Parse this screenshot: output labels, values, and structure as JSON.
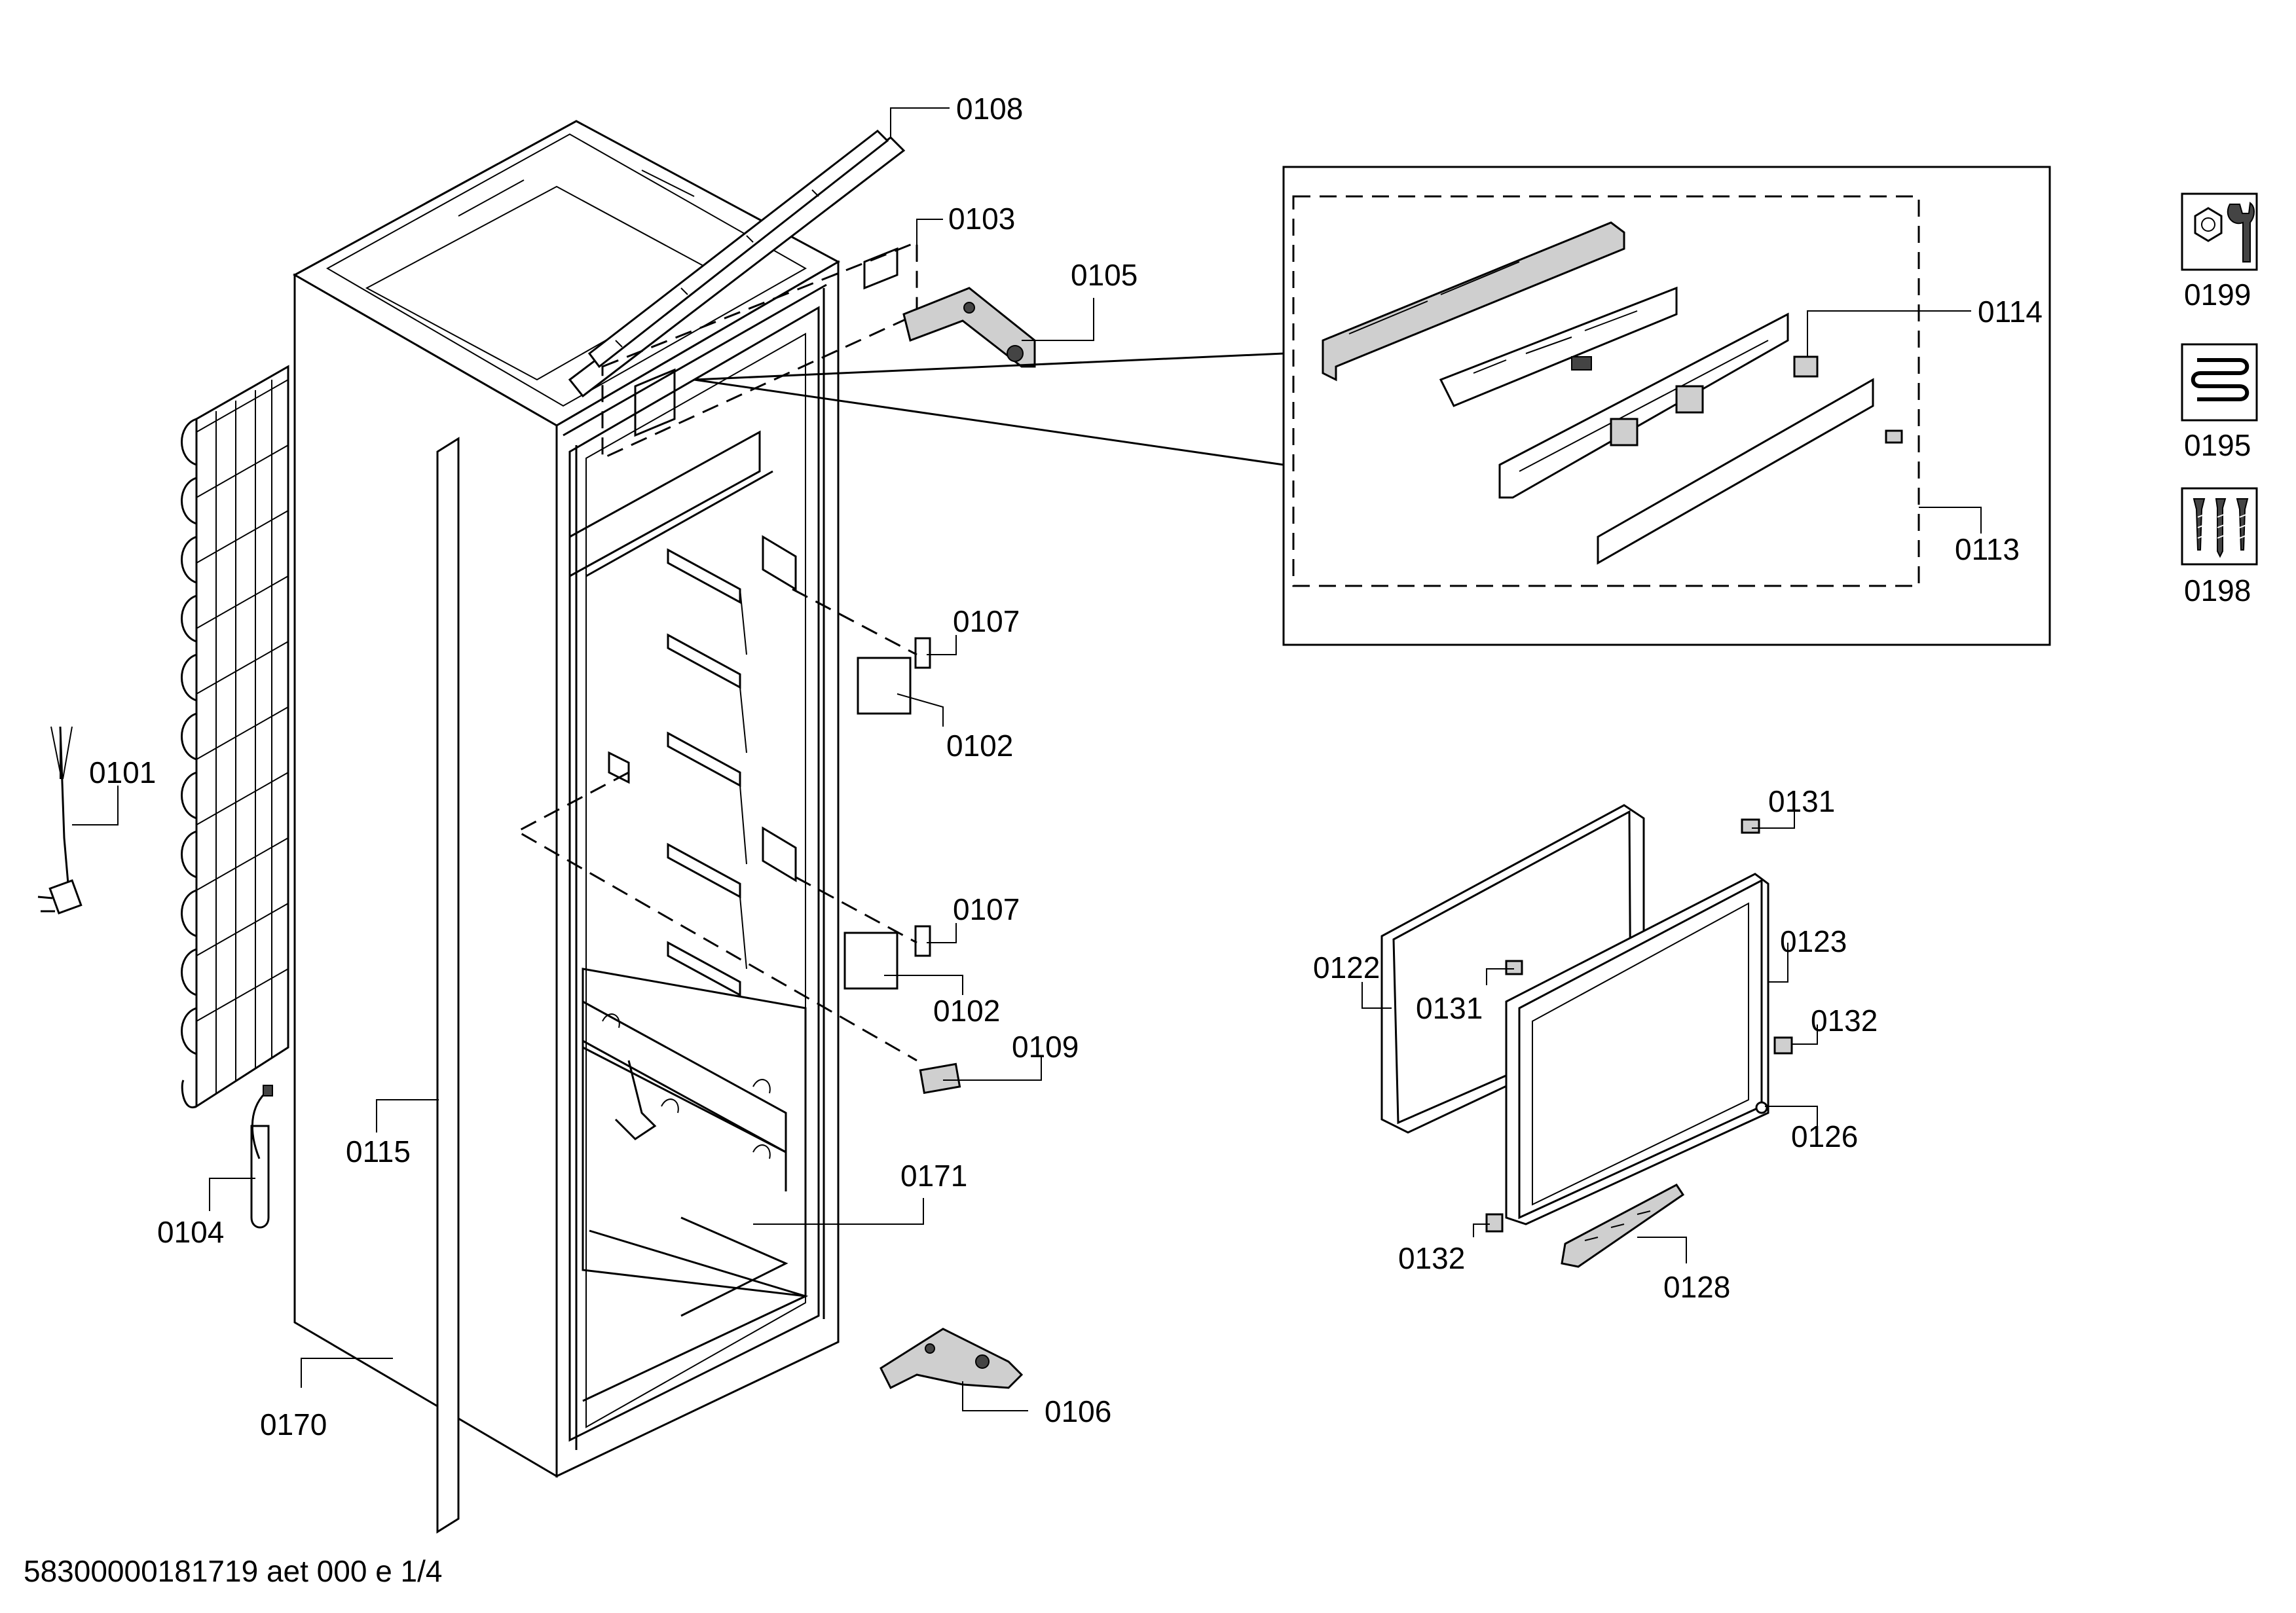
{
  "footer": "58300000181719 aet 000 e 1/4",
  "labels": {
    "l0108": "0108",
    "l0103": "0103",
    "l0105": "0105",
    "l0114": "0114",
    "l0113": "0113",
    "l0107a": "0107",
    "l0102a": "0102",
    "l0101": "0101",
    "l0107b": "0107",
    "l0102b": "0102",
    "l0109": "0109",
    "l0115": "0115",
    "l0104": "0104",
    "l0171": "0171",
    "l0170": "0170",
    "l0106": "0106",
    "l0131a": "0131",
    "l0122": "0122",
    "l0131b": "0131",
    "l0123": "0123",
    "l0132a": "0132",
    "l0126": "0126",
    "l0132b": "0132",
    "l0128": "0128",
    "l0199": "0199",
    "l0195": "0195",
    "l0198": "0198"
  },
  "icons": [
    "wrench-nut-icon",
    "heating-coil-icon",
    "screws-icon"
  ]
}
